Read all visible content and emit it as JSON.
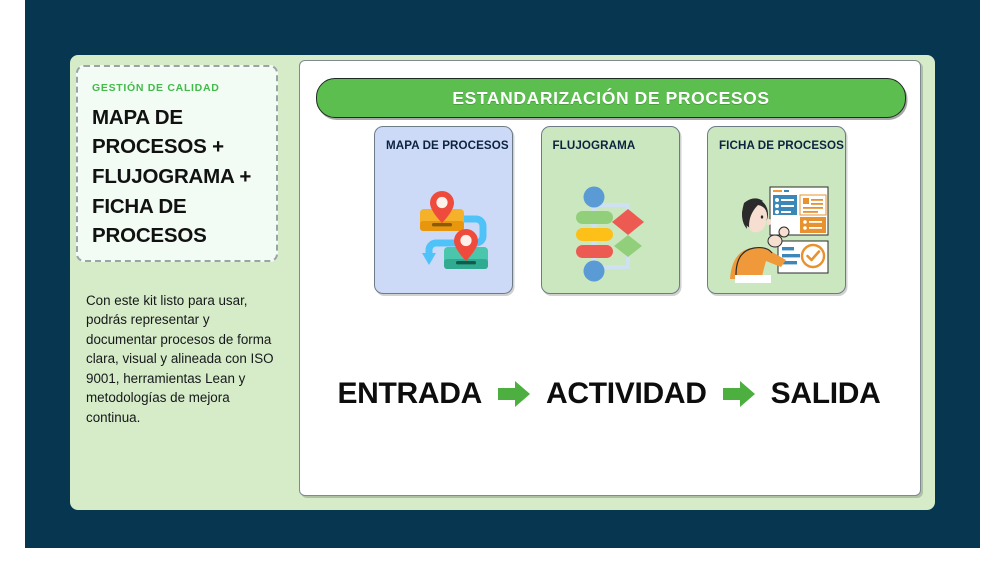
{
  "slide": {
    "background_color": "#073650",
    "panel_color": "#d6ecc8",
    "accent_green": "#5cbe4f",
    "title_card": {
      "eyebrow": "GESTIÓN DE CALIDAD",
      "title": "MAPA DE PROCESOS + FLUJOGRAMA + FICHA DE PROCESOS"
    },
    "description": "Con este kit listo para usar, podrás representar y documentar procesos de forma clara, visual y alineada con ISO 9001, herramientas Lean y metodologías de mejora continua."
  },
  "content": {
    "banner": "ESTANDARIZACIÓN DE PROCESOS",
    "cards": [
      {
        "label": "MAPA DE PROCESOS",
        "icon": "process-map-icon",
        "background": "#ccd9f7"
      },
      {
        "label": "FLUJOGRAMA",
        "icon": "flowchart-icon",
        "background": "#cbe7bf"
      },
      {
        "label": "FICHA DE PROCESOS",
        "icon": "process-sheet-icon",
        "background": "#cbe7bf"
      }
    ],
    "flow": {
      "step1": "ENTRADA",
      "step2": "ACTIVIDAD",
      "step3": "SALIDA",
      "arrow_icon": "right-arrow-icon",
      "arrow_color": "#4caf3f"
    }
  }
}
